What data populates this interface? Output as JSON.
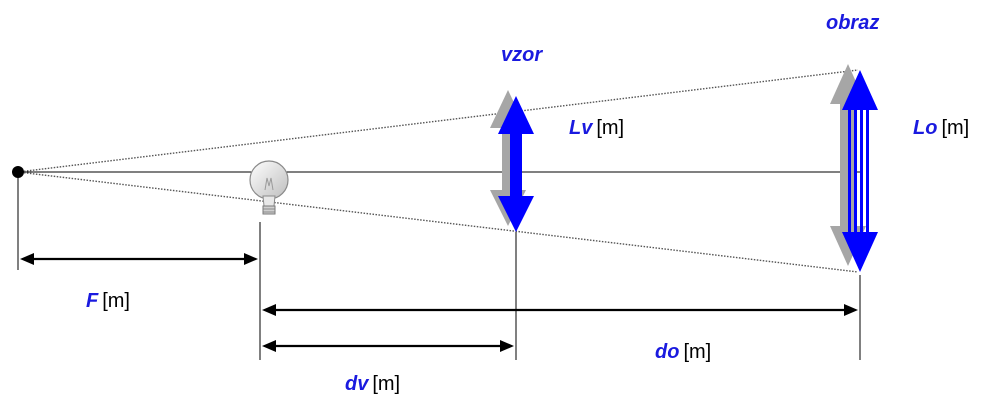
{
  "titles": {
    "object": "vzor",
    "image": "obraz"
  },
  "labels": {
    "lv": {
      "symbol": "Lv",
      "unit": "[m]"
    },
    "lo": {
      "symbol": "Lo",
      "unit": "[m]"
    },
    "f": {
      "symbol": "F",
      "unit": "[m]"
    },
    "dv": {
      "symbol": "dv",
      "unit": "[m]"
    },
    "do": {
      "symbol": "do",
      "unit": "[m]"
    }
  },
  "colors": {
    "accent": "#1a1adf",
    "arrow": "#0000ff",
    "shadow": "#9a9a9a",
    "line": "#000000"
  },
  "icons": [
    "point-source-icon",
    "light-bulb-icon"
  ]
}
